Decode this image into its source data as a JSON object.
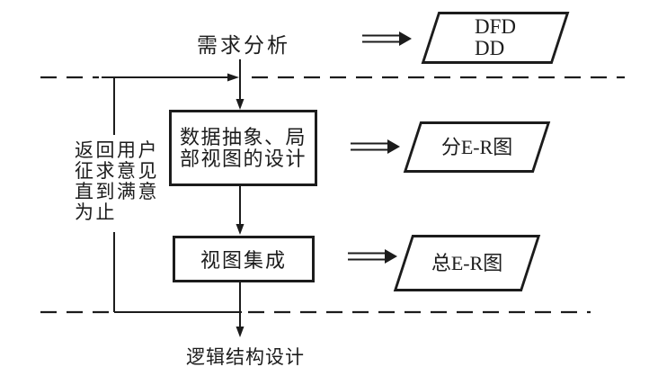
{
  "diagram": {
    "title_semantic": "database-conceptual-design-flow",
    "top_label": "需求分析",
    "bottom_label": "逻辑结构设计",
    "feedback_note": "返回用户征求意见直到满意为止",
    "boxes": [
      {
        "label": "数据抽象、局部视图的设计"
      },
      {
        "label": "视图集成"
      }
    ],
    "outputs": [
      {
        "label": "DFD\nDD"
      },
      {
        "label": "分E-R图"
      },
      {
        "label": "总E-R图"
      }
    ],
    "icons": [
      {
        "name": "double-arrow-icon",
        "glyph": "⟹",
        "count": 3
      }
    ],
    "colors": {
      "ink": "#1c1c1c",
      "background": "#ffffff"
    }
  }
}
